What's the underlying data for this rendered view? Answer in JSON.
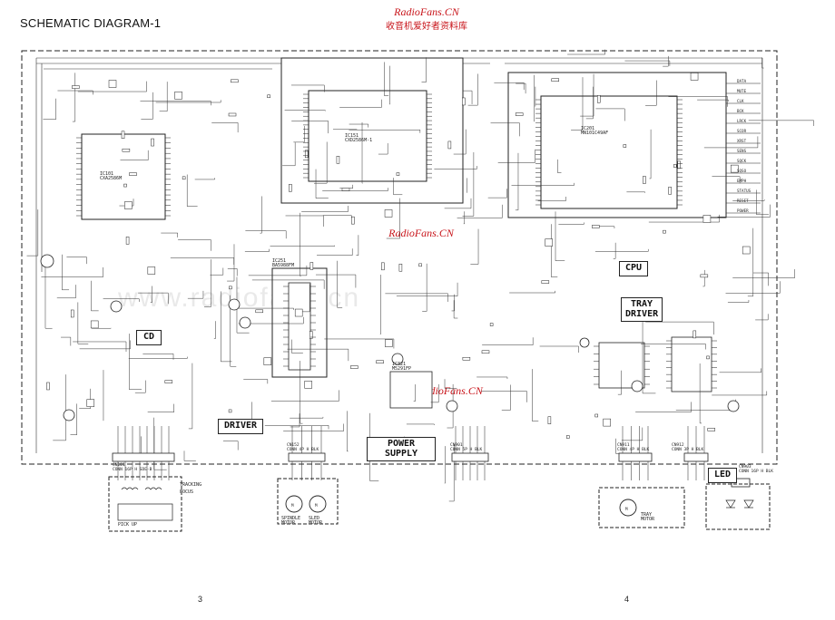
{
  "header": {
    "title": "SCHEMATIC DIAGRAM-1",
    "watermark_site": "RadioFans.CN",
    "watermark_cn": "收音机爱好者资料库",
    "ghost_text": "www.radiofans.cn"
  },
  "blocks": {
    "cd": "CD",
    "driver": "DRIVER",
    "power_supply": "POWER SUPPLY",
    "cpu": "CPU",
    "tray_driver": "TRAY\nDRIVER",
    "led": "LED"
  },
  "ic_labels": {
    "ic101": "IC101\nCXA2586M",
    "ic151": "IC151\nCXD2586M-1",
    "ic201": "IC201\nMN101C49AF",
    "ic251": "IC251\nBA5988FM",
    "ic321": "IC321\nM5291FP"
  },
  "connectors": {
    "cn101": "CN101\nCONN 16P H SDE-B",
    "cn152": "CN152\nCONN 4P H BLK",
    "cn901": "CN901\nCONN 5P H BLK",
    "cn911": "CN911\nCONN 4P H BLK",
    "cn912": "CN912\nCONN 3P H BLK",
    "cn903": "CN903\nCONN 16P H BLK"
  },
  "parts": {
    "pickup": "PICK UP",
    "spindle": "SPINDLE\nMOTOR",
    "sled": "SLED\nMOTOR",
    "tray_motor": "TRAY\nMOTOR",
    "focus": "FOCUS",
    "tracking": "TRACKING"
  },
  "signals": {
    "right": [
      "DATA",
      "MUTE",
      "CLK",
      "BCK",
      "LRCK",
      "SCOR",
      "XRST",
      "SENS",
      "SQCK",
      "SQSO",
      "EMPH",
      "STATUS",
      "RESET",
      "POWER"
    ]
  },
  "page_numbers": {
    "left": "3",
    "right": "4"
  }
}
